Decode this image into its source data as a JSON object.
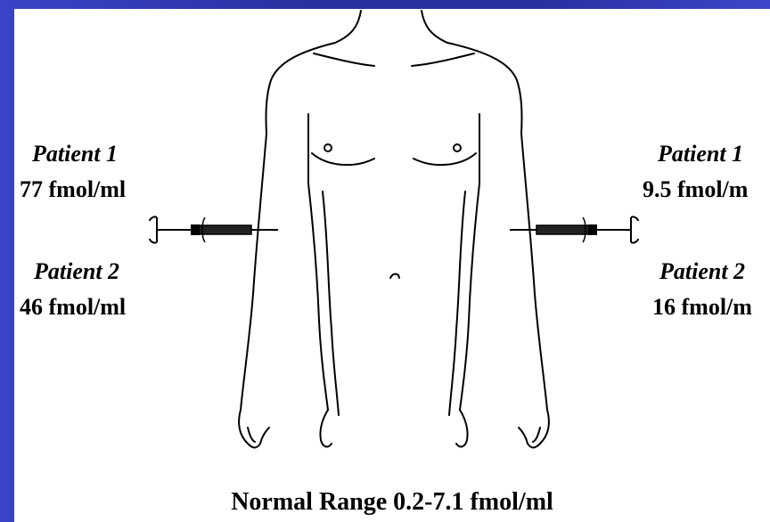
{
  "left": {
    "patient1_label": "Patient 1",
    "patient1_value": "77 fmol/ml",
    "patient2_label": "Patient 2",
    "patient2_value": "46 fmol/ml"
  },
  "right": {
    "patient1_label": "Patient 1",
    "patient1_value": "9.5 fmol/m",
    "patient2_label": "Patient 2",
    "patient2_value": "16 fmol/m"
  },
  "footer": {
    "normal_range": "Normal Range 0.2-7.1 fmol/ml"
  },
  "colors": {
    "background_blue": "#2a2fa0",
    "panel": "#ffffff",
    "ink": "#000000"
  }
}
